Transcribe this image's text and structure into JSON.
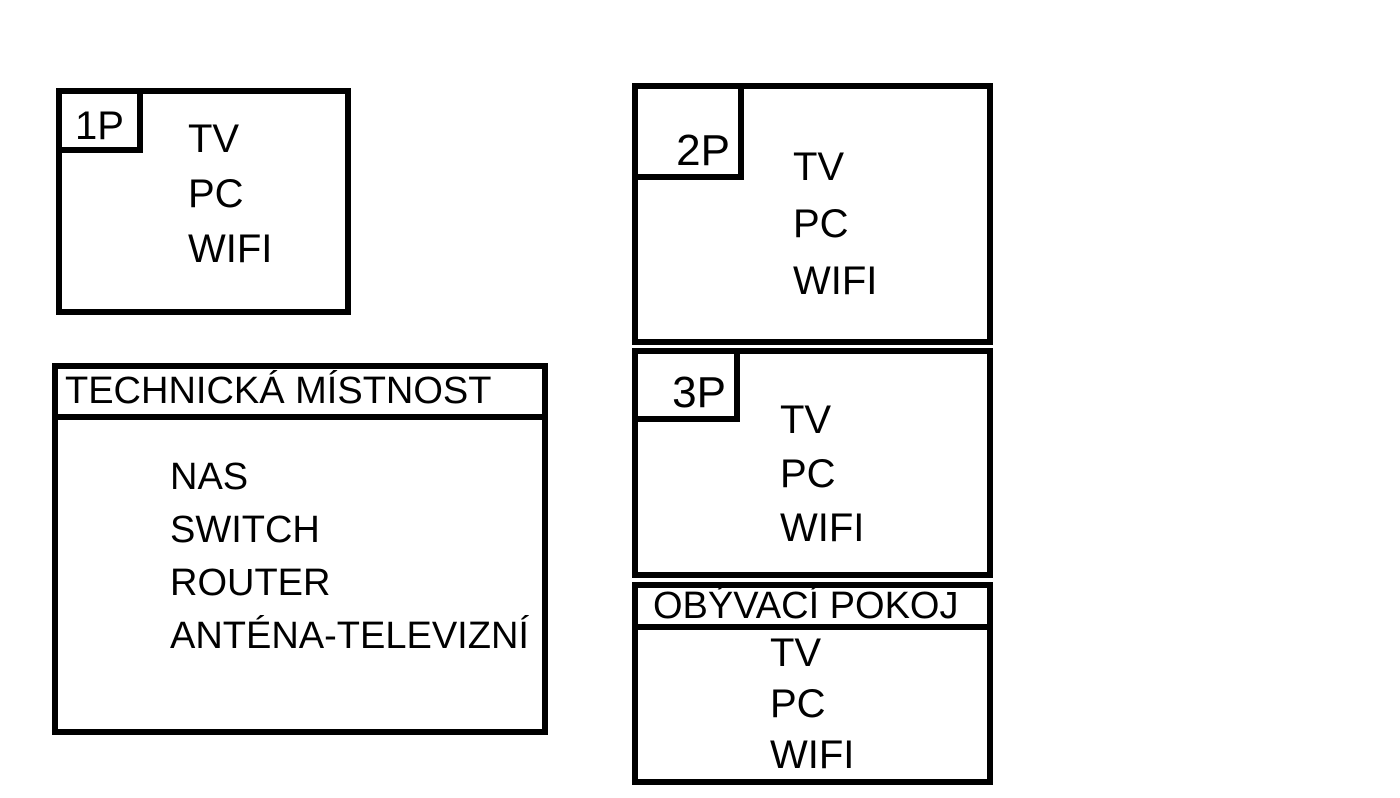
{
  "page": {
    "background": "#ffffff",
    "ink": "#000000"
  },
  "rooms": {
    "floor1": {
      "label": "1P",
      "items": [
        "TV",
        "PC",
        "WIFI"
      ]
    },
    "floor2": {
      "label": "2P",
      "items": [
        "TV",
        "PC",
        "WIFI"
      ]
    },
    "floor3": {
      "label": "3P",
      "items": [
        "TV",
        "PC",
        "WIFI"
      ]
    },
    "technical": {
      "title": "TECHNICKÁ MÍSTNOST",
      "items": [
        "NAS",
        "SWITCH",
        "ROUTER",
        "ANTÉNA-TELEVIZNÍ"
      ]
    },
    "living": {
      "title": "OBÝVACÍ POKOJ",
      "items": [
        "TV",
        "PC",
        "WIFI"
      ]
    }
  }
}
